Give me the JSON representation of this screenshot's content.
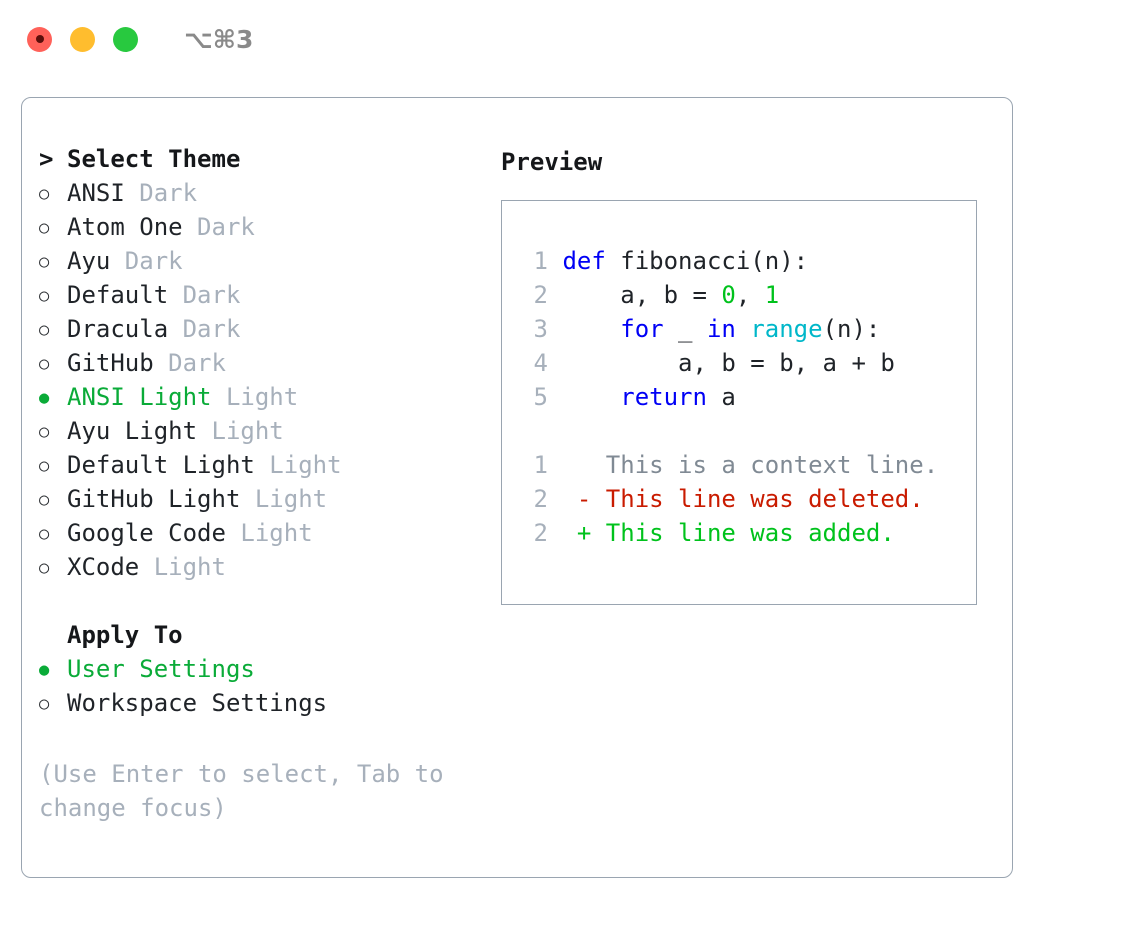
{
  "window": {
    "title": "⌥⌘3",
    "traffic_lights": [
      {
        "name": "close-button",
        "color": "#ff6159"
      },
      {
        "name": "minimize-button",
        "color": "#ffbd2e"
      },
      {
        "name": "maximize-button",
        "color": "#28c93f"
      }
    ]
  },
  "theme_picker": {
    "caret": ">",
    "heading": "Select Theme",
    "bullet_on": "●",
    "bullet_off": "○",
    "items": [
      {
        "label": "ANSI",
        "tag": " Dark",
        "selected": false
      },
      {
        "label": "Atom One",
        "tag": " Dark",
        "selected": false
      },
      {
        "label": "Ayu",
        "tag": " Dark",
        "selected": false
      },
      {
        "label": "Default",
        "tag": " Dark",
        "selected": false
      },
      {
        "label": "Dracula",
        "tag": " Dark",
        "selected": false
      },
      {
        "label": "GitHub",
        "tag": " Dark",
        "selected": false
      },
      {
        "label": "ANSI Light",
        "tag": " Light",
        "selected": true
      },
      {
        "label": "Ayu Light",
        "tag": " Light",
        "selected": false
      },
      {
        "label": "Default Light",
        "tag": " Light",
        "selected": false
      },
      {
        "label": "GitHub Light",
        "tag": " Light",
        "selected": false
      },
      {
        "label": "Google Code",
        "tag": " Light",
        "selected": false
      },
      {
        "label": "XCode",
        "tag": " Light",
        "selected": false
      }
    ]
  },
  "apply_to": {
    "heading": "Apply To",
    "items": [
      {
        "label": "User Settings",
        "selected": true
      },
      {
        "label": "Workspace Settings",
        "selected": false
      }
    ]
  },
  "hint": "(Use Enter to select, Tab to change focus)",
  "preview": {
    "title": "Preview",
    "code_lines": [
      {
        "num": "1",
        "segments": [
          {
            "text": "def",
            "kind": "kw"
          },
          {
            "text": " fibonacci(n):",
            "kind": "plain"
          }
        ]
      },
      {
        "num": "2",
        "segments": [
          {
            "text": "    a, b = ",
            "kind": "plain"
          },
          {
            "text": "0",
            "kind": "num"
          },
          {
            "text": ", ",
            "kind": "plain"
          },
          {
            "text": "1",
            "kind": "num"
          }
        ]
      },
      {
        "num": "3",
        "segments": [
          {
            "text": "    ",
            "kind": "plain"
          },
          {
            "text": "for",
            "kind": "kw"
          },
          {
            "text": " _ ",
            "kind": "plain"
          },
          {
            "text": "in",
            "kind": "kw"
          },
          {
            "text": " ",
            "kind": "plain"
          },
          {
            "text": "range",
            "kind": "fn"
          },
          {
            "text": "(n):",
            "kind": "plain"
          }
        ]
      },
      {
        "num": "4",
        "segments": [
          {
            "text": "        a, b = b, a + b",
            "kind": "plain"
          }
        ]
      },
      {
        "num": "5",
        "segments": [
          {
            "text": "    ",
            "kind": "plain"
          },
          {
            "text": "return",
            "kind": "kw"
          },
          {
            "text": " a",
            "kind": "plain"
          }
        ]
      }
    ],
    "diff_lines": [
      {
        "num": "1",
        "marker": " ",
        "text": " This is a context line.",
        "kind": "ctx"
      },
      {
        "num": "2",
        "marker": "-",
        "text": " This line was deleted.",
        "kind": "del"
      },
      {
        "num": "2",
        "marker": "+",
        "text": " This line was added.",
        "kind": "add"
      }
    ]
  },
  "colors": {
    "accent_green": "#0aab38",
    "muted": "#a7b0bb",
    "border": "#9aa5b1",
    "keyword": "#0000f5",
    "function": "#00b7c9",
    "number": "#00c21c",
    "diff_add": "#00c21c",
    "diff_del": "#c91b00",
    "diff_ctx": "#808a94"
  }
}
